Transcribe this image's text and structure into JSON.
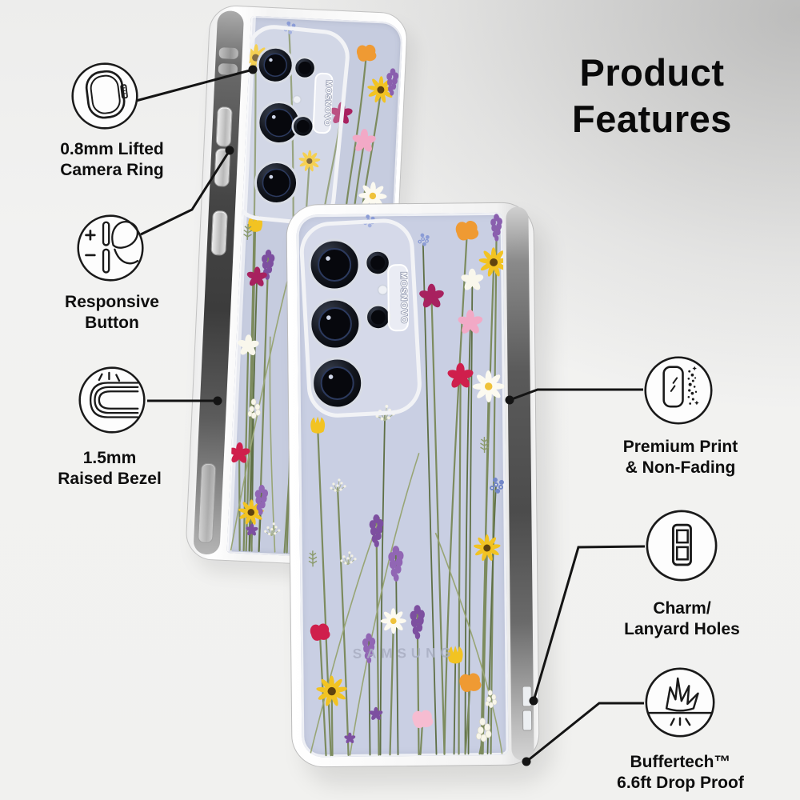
{
  "title": {
    "line1": "Product",
    "line2": "Features"
  },
  "features": [
    {
      "name": "lifted-camera-ring",
      "line1": "0.8mm Lifted",
      "line2": "Camera Ring"
    },
    {
      "name": "responsive-button",
      "line1": "Responsive",
      "line2": "Button"
    },
    {
      "name": "raised-bezel",
      "line1": "1.5mm",
      "line2": "Raised Bezel"
    },
    {
      "name": "premium-print",
      "line1": "Premium Print",
      "line2": "& Non-Fading"
    },
    {
      "name": "charm-lanyard-holes",
      "line1": "Charm/",
      "line2": "Lanyard Holes"
    },
    {
      "name": "drop-proof",
      "line1": "Buffertech™",
      "line2": "6.6ft Drop Proof"
    }
  ],
  "brand": {
    "case": "MOSNOVO",
    "phone": "SAMSUNG"
  },
  "colors": {
    "background": "#f1f1f0",
    "line": "#141414",
    "case_interior": "#c9cfe3",
    "label_text": "#0e0e0e",
    "flower_magenta": "#a8215f",
    "flower_crimson": "#cf1f4c",
    "flower_pink": "#f2a9c6",
    "flower_orange": "#ef9a33",
    "flower_yellow": "#f2c322",
    "flower_purple": "#7d4fa0",
    "flower_periwinkle": "#8b9cd6",
    "stem_green": "#7c8b5e"
  }
}
